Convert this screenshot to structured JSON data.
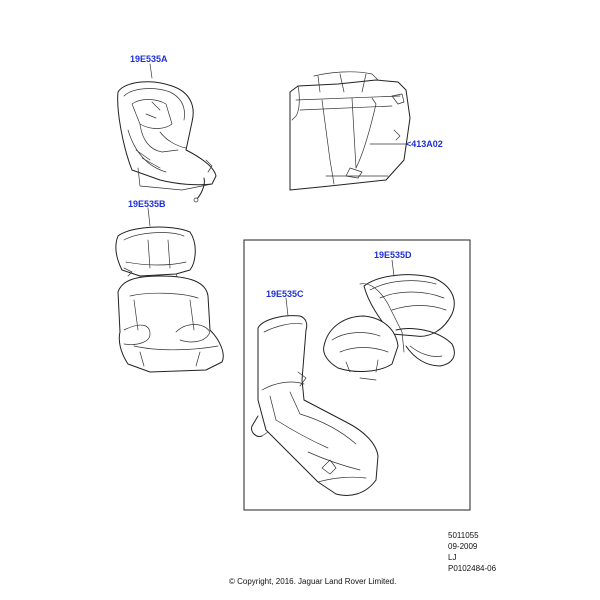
{
  "callouts": {
    "a": "19E535A",
    "b": "19E535B",
    "c": "19E535C",
    "d": "19E535D",
    "anchor": "<413A02"
  },
  "meta": {
    "ref": "5011055",
    "date": "09-2009",
    "initials": "LJ",
    "drawing": "P0102484-06"
  },
  "copyright": "© Copyright, 2016. Jaguar Land Rover Limited."
}
